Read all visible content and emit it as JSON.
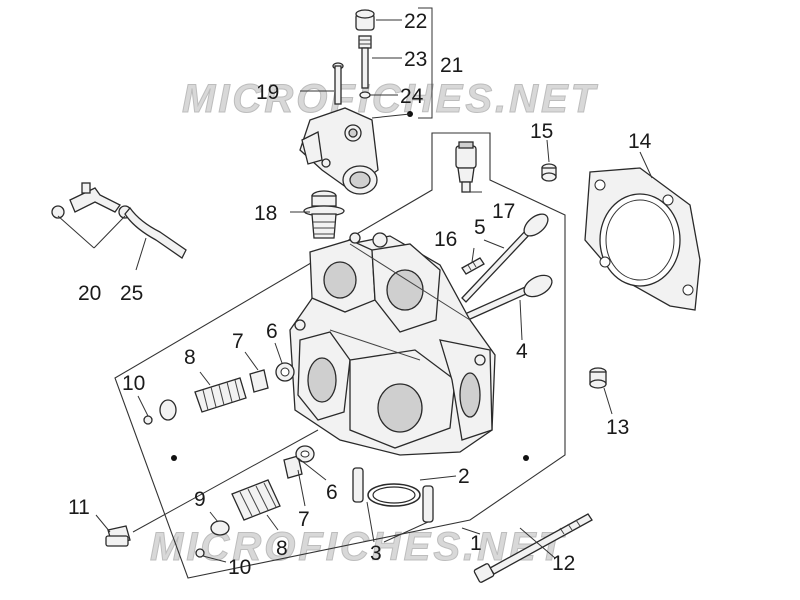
{
  "watermark": "MICROFICHES.NET",
  "callouts": {
    "c1": "1",
    "c2": "2",
    "c3": "3",
    "c4": "4",
    "c5": "5",
    "c6a": "6",
    "c6b": "6",
    "c7a": "7",
    "c7b": "7",
    "c8a": "8",
    "c8b": "8",
    "c9": "9",
    "c10a": "10",
    "c10b": "10",
    "c11": "11",
    "c12": "12",
    "c13": "13",
    "c14": "14",
    "c15": "15",
    "c16": "16",
    "c17": "17",
    "c18": "18",
    "c19": "19",
    "c20": "20",
    "c21": "21",
    "c22": "22",
    "c23": "23",
    "c24": "24",
    "c25": "25"
  },
  "colors": {
    "line": "#333333",
    "part_fill": "#f2f2f2",
    "watermark": "#d8d8d8"
  }
}
